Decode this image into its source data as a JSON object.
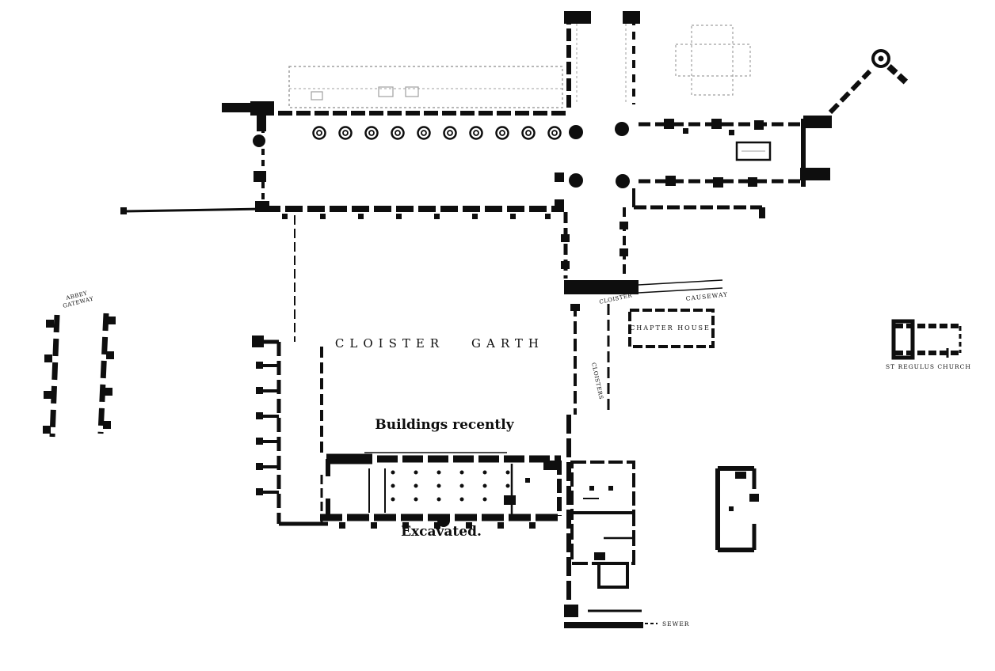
{
  "figure": {
    "colors": {
      "paper": "#ffffff",
      "ink": "#0e0e0e",
      "faint": "#9f9f9f"
    }
  },
  "labels": {
    "cloister": "CLOISTER",
    "garth": "GARTH",
    "buildings_recently": "Buildings recently",
    "excavated": "Excavated.",
    "abbey": "ABBEY",
    "gateway": "GATEWAY",
    "st_regulus_church": "ST REGULUS CHURCH",
    "sewer": "SEWER",
    "cloisters": "CLOISTERS",
    "chapter_house": "CHAPTER HOUSE",
    "causeway": "CAUSEWAY",
    "cloister_walk": "CLOISTER"
  }
}
